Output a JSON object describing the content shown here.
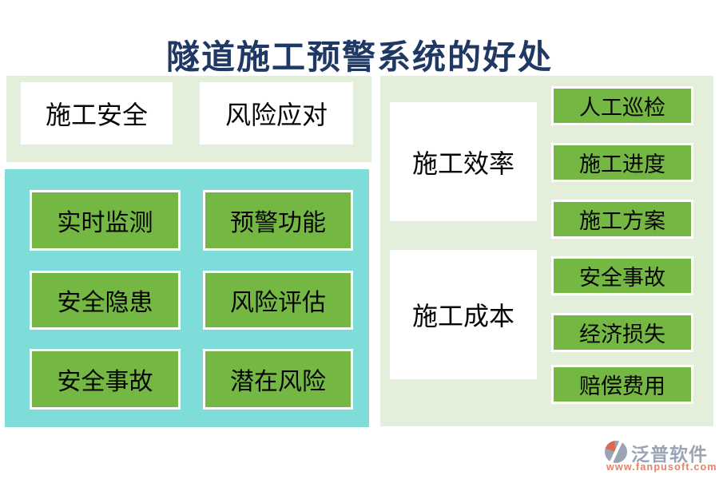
{
  "title": "隧道施工预警系统的好处",
  "colors": {
    "title_navy": "#1f3864",
    "panel_light_green": "#e4efdb",
    "panel_teal": "#7ddcd8",
    "button_green": "#74b843",
    "button_border": "#ffffff",
    "text_black": "#050505",
    "brand_gray": "#9aa4b4",
    "brand_orange": "#e2836a"
  },
  "left_section": {
    "headers": [
      "施工安全",
      "风险应对"
    ],
    "buttons": [
      "实时监测",
      "预警功能",
      "安全隐患",
      "风险评估",
      "安全事故",
      "潜在风险"
    ]
  },
  "right_section": {
    "groups": [
      {
        "label": "施工效率",
        "buttons": [
          "人工巡检",
          "施工进度",
          "施工方案"
        ]
      },
      {
        "label": "施工成本",
        "buttons": [
          "安全事故",
          "经济损失",
          "赔偿费用"
        ]
      }
    ]
  },
  "footer": {
    "brand": "泛普软件",
    "url": "www.fanpusoft.com"
  }
}
